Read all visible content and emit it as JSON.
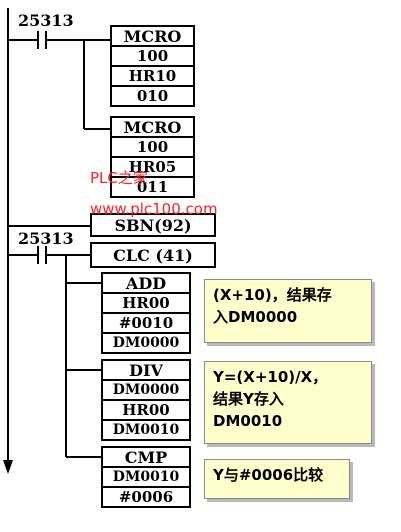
{
  "rung1": {
    "contact": "25313",
    "mcro_1": [
      "MCRO",
      "100",
      "HR10",
      "010"
    ],
    "mcro_2": [
      "MCRO",
      "100",
      "HR05",
      "011"
    ],
    "sbn": "SBN(92)"
  },
  "rung2": {
    "contact": "25313",
    "clc": "CLC (41)",
    "add": [
      "ADD",
      "HR00",
      "#0010",
      "DM0000"
    ],
    "div": [
      "DIV",
      "DM0000",
      "HR00",
      "DM0010"
    ],
    "cmp": [
      "CMP",
      "DM0010",
      "#0006"
    ]
  },
  "notes": {
    "add_note": [
      "(X+10)，结果存",
      "入DM0000"
    ],
    "div_note": [
      "Y=(X+10)/X，",
      "结果Y存入",
      "DM0010"
    ],
    "cmp_note": [
      "Y与#0006比较"
    ]
  },
  "watermark": {
    "line1": "PLC之家",
    "line2": "www.plc100.com"
  },
  "colors": {
    "line": "#000000",
    "note_fill": "#ffffcc",
    "watermark": "#ff2020"
  }
}
